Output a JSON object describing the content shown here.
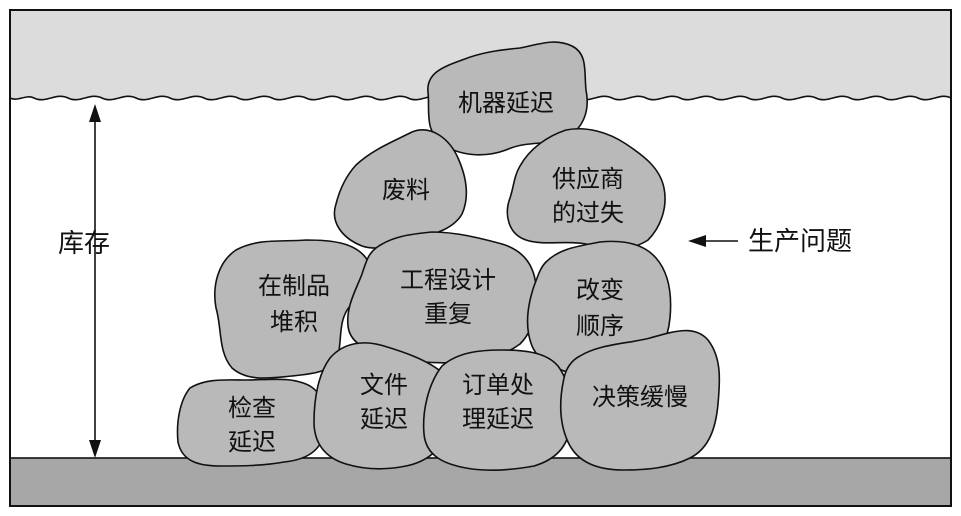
{
  "inventory_label": "库存",
  "problems_label": "生产问题",
  "rocks": [
    {
      "id": "machine-delay",
      "lines": [
        "机器延迟"
      ]
    },
    {
      "id": "scrap",
      "lines": [
        "废料"
      ]
    },
    {
      "id": "supplier-error",
      "lines": [
        "供应商",
        "的过失"
      ]
    },
    {
      "id": "wip-pileup",
      "lines": [
        "在制品",
        "堆积"
      ]
    },
    {
      "id": "engineering-rework",
      "lines": [
        "工程设计",
        "重复"
      ]
    },
    {
      "id": "change-sequence",
      "lines": [
        "改变",
        "顺序"
      ]
    },
    {
      "id": "inspection-delay",
      "lines": [
        "检查",
        "延迟"
      ]
    },
    {
      "id": "paperwork-delay",
      "lines": [
        "文件",
        "延迟"
      ]
    },
    {
      "id": "order-processing-delay",
      "lines": [
        "订单处",
        "理延迟"
      ]
    },
    {
      "id": "slow-decisions",
      "lines": [
        "决策缓慢"
      ]
    }
  ]
}
